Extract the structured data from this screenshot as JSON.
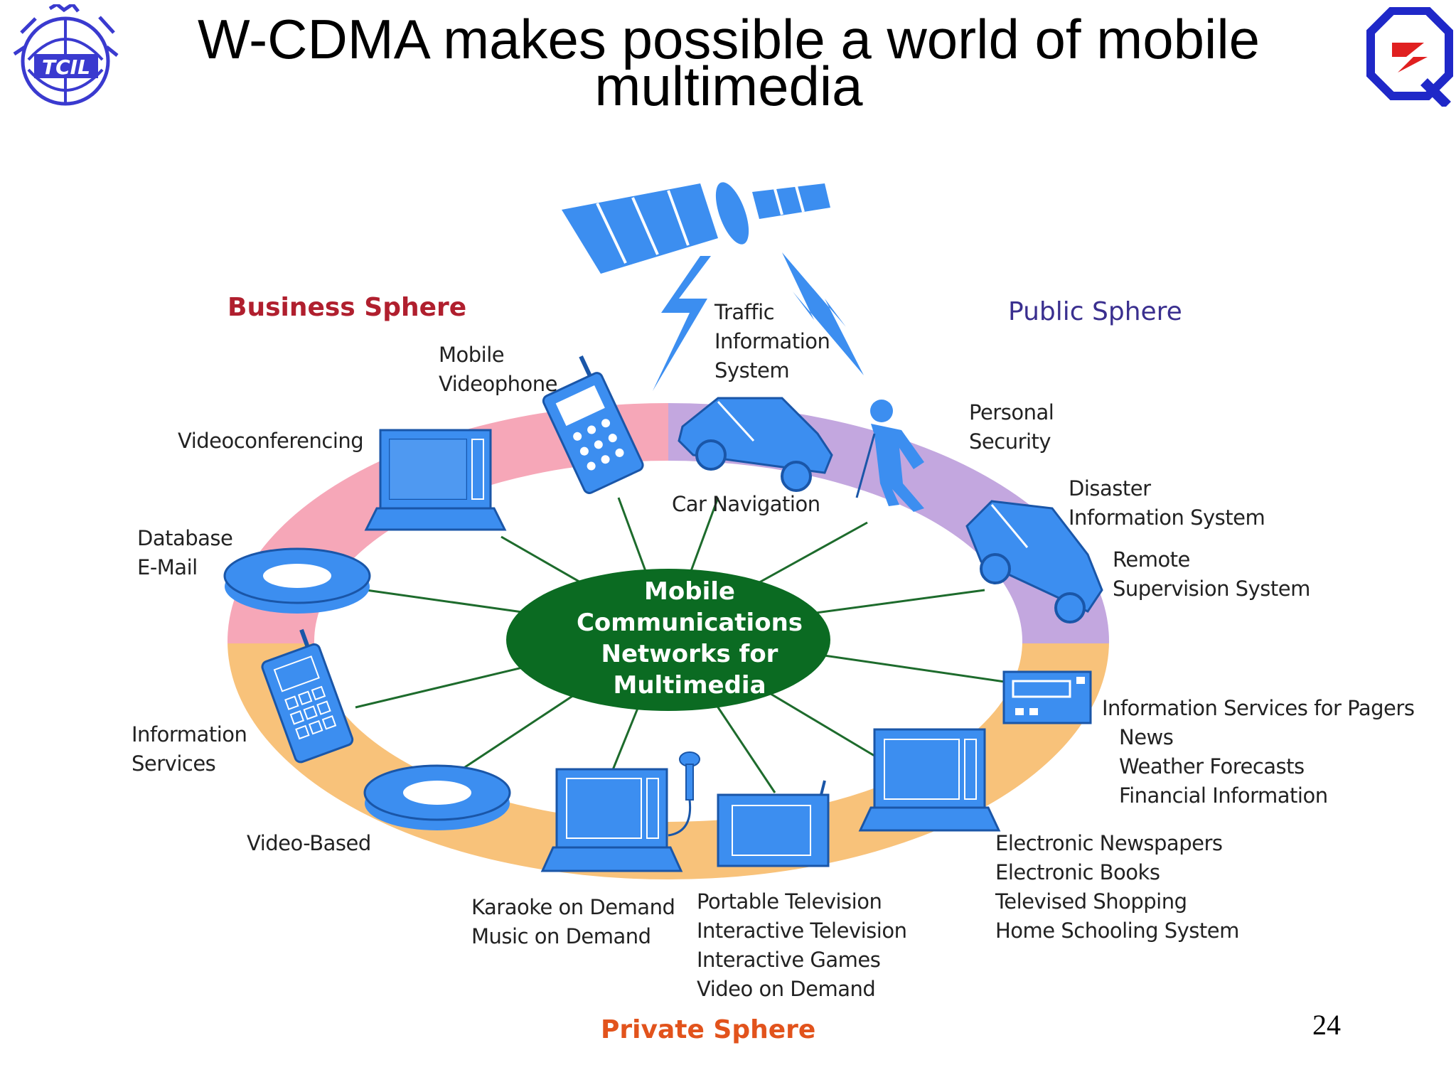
{
  "slide": {
    "title_line1": "W-CDMA makes possible a world of mobile",
    "title_line2": "multimedia",
    "page_number": "24"
  },
  "logos": {
    "left": {
      "icon": "emblem-logo",
      "text": "TCIL"
    },
    "right": {
      "icon": "q-logo"
    }
  },
  "colors": {
    "business": "#b01f2e",
    "public": "#3a2f8f",
    "private": "#e2531c",
    "ring_business": "#f6a7b8",
    "ring_public": "#c3a7df",
    "ring_private": "#f8c27a",
    "device_blue": "#3c8ef0",
    "hub_green": "#0b6b22"
  },
  "diagram": {
    "hub": [
      "Mobile",
      "Communications",
      "Networks for",
      "Multimedia"
    ],
    "spheres": {
      "business": "Business Sphere",
      "public": "Public Sphere",
      "private": "Private Sphere"
    },
    "labels": {
      "traffic": [
        "Traffic",
        "Information",
        "System"
      ],
      "mobile_videophone": [
        "Mobile",
        "Videophone"
      ],
      "videoconferencing": "Videoconferencing",
      "database": [
        "Database",
        "E-Mail"
      ],
      "car_navigation": "Car Navigation",
      "personal_security": [
        "Personal",
        "Security"
      ],
      "disaster": [
        "Disaster",
        "Information System"
      ],
      "remote": [
        "Remote",
        "Supervision System"
      ],
      "pagers": [
        "Information Services for Pagers",
        "News",
        "Weather Forecasts",
        "Financial Information"
      ],
      "info_services": [
        "Information",
        "Services"
      ],
      "video_based": "Video-Based",
      "karaoke": [
        "Karaoke on Demand",
        "Music on Demand"
      ],
      "portable_tv": [
        "Portable Television",
        "Interactive Television",
        "Interactive Games",
        "Video on Demand"
      ],
      "electronic": [
        "Electronic Newspapers",
        "Electronic Books",
        "Televised Shopping",
        "Home Schooling System"
      ]
    },
    "icons": [
      "satellite-icon",
      "lightning-icon",
      "laptop-icon",
      "mobile-phone-icon",
      "car-icon",
      "person-icon",
      "van-icon",
      "disc-icon",
      "pager-icon",
      "tablet-icon",
      "microphone-icon"
    ]
  }
}
